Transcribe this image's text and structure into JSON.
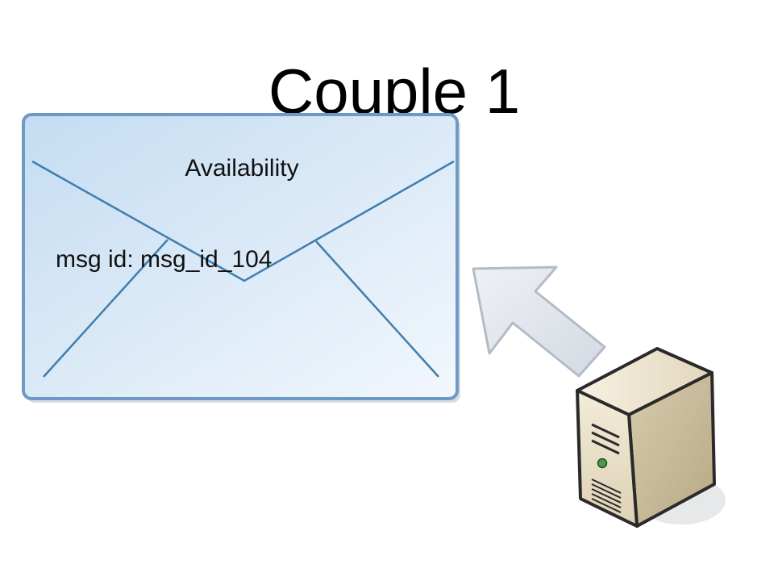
{
  "title": "Couple 1",
  "envelope": {
    "subject": "Availability",
    "message_id_text": "msg id: msg_id_104",
    "icon": "envelope-icon"
  },
  "arrow": {
    "icon": "arrow-up-left-icon"
  },
  "server": {
    "icon": "server-tower-icon"
  },
  "colors": {
    "envelope_fill_top": "#c4dcf2",
    "envelope_fill_bottom": "#f2f7fc",
    "envelope_border": "#6f99c5",
    "envelope_lines": "#3f7eae",
    "arrow_fill": "#dde3ea",
    "arrow_stroke": "#b3bcc6",
    "server_front": "#e8e0cc",
    "server_side": "#c9bc9b",
    "server_outline": "#2a2a2a",
    "power_led": "#4a9a45"
  }
}
